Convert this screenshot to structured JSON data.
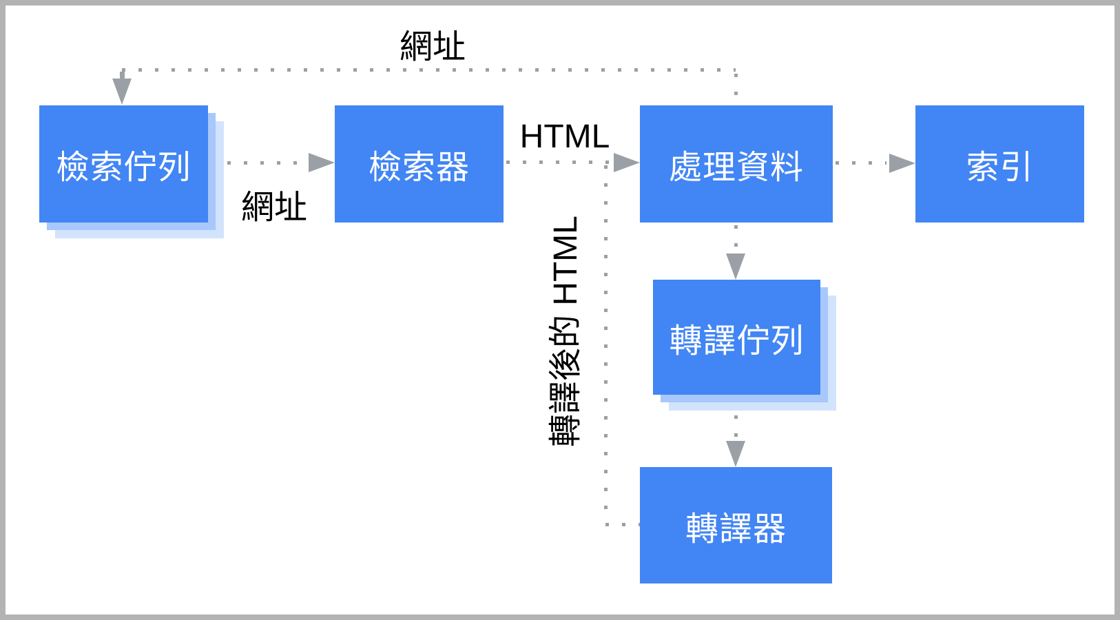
{
  "diagram": {
    "nodes": [
      {
        "id": "crawl-queue",
        "label": "檢索佇列",
        "stacked": true
      },
      {
        "id": "crawler",
        "label": "檢索器",
        "stacked": false
      },
      {
        "id": "processing",
        "label": "處理資料",
        "stacked": false
      },
      {
        "id": "index",
        "label": "索引",
        "stacked": false
      },
      {
        "id": "render-queue",
        "label": "轉譯佇列",
        "stacked": true
      },
      {
        "id": "renderer",
        "label": "轉譯器",
        "stacked": false
      }
    ],
    "edges": [
      {
        "from": "crawl-queue",
        "to": "crawler",
        "label": "網址"
      },
      {
        "from": "crawler",
        "to": "processing",
        "label": "HTML"
      },
      {
        "from": "processing",
        "to": "index",
        "label": ""
      },
      {
        "from": "processing",
        "to": "crawl-queue",
        "label": "網址"
      },
      {
        "from": "processing",
        "to": "render-queue",
        "label": ""
      },
      {
        "from": "render-queue",
        "to": "renderer",
        "label": ""
      },
      {
        "from": "renderer",
        "to": "processing",
        "label": "轉譯後的 HTML"
      }
    ],
    "edge_labels": {
      "url_top": "網址",
      "url_between": "網址",
      "html": "HTML",
      "rendered_html": "轉譯後的 HTML"
    },
    "colors": {
      "node_fill": "#4285f4",
      "node_text": "#ffffff",
      "stack_shadow_mid": "#a8c7fa",
      "stack_shadow_light": "#d2e3fc",
      "connector": "#9aa0a6",
      "label_text": "#000000",
      "frame_border": "#b3b3b3",
      "background": "#ffffff"
    }
  }
}
